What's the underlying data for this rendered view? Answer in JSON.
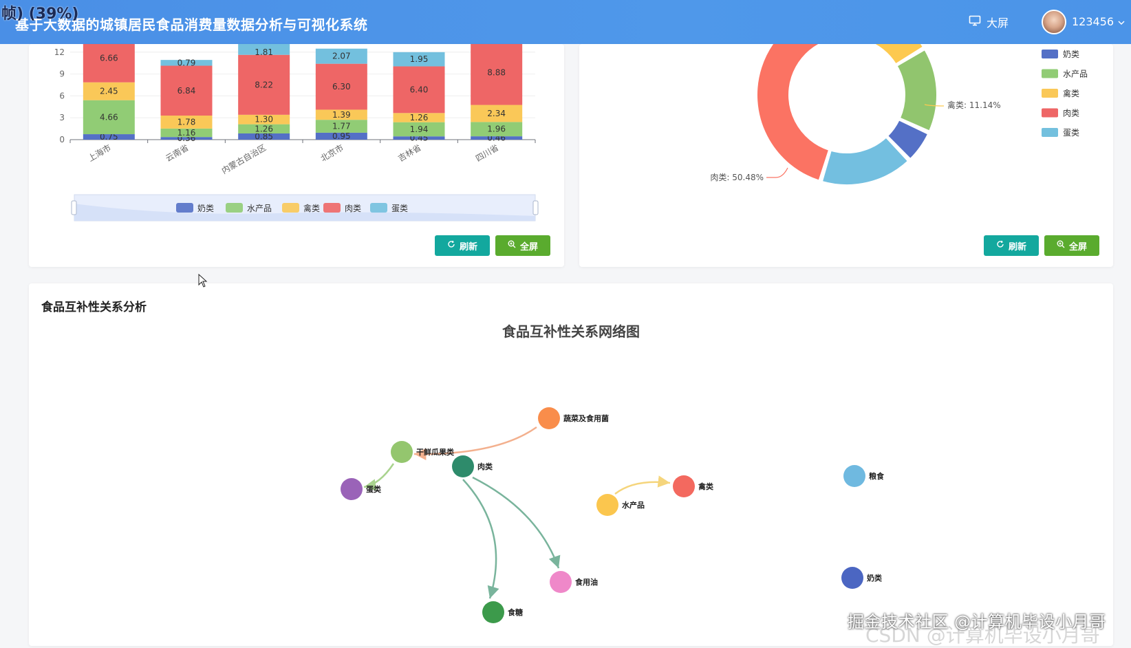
{
  "header": {
    "fps": "帧) (39%)",
    "title": "基于大数据的城镇居民食品消费量数据分析与可视化系统",
    "bigscreen_label": "大屏",
    "username": "123456"
  },
  "buttons": {
    "refresh": "刷新",
    "fullscreen": "全屏"
  },
  "chart_data": [
    {
      "type": "bar",
      "stacked": true,
      "categories": [
        "上海市",
        "云南省",
        "内蒙古自治区",
        "北京市",
        "吉林省",
        "四川省"
      ],
      "yticks": [
        "0",
        "3",
        "6",
        "9",
        "12"
      ],
      "ylim": [
        0,
        12
      ],
      "legend": "bottom",
      "series": [
        {
          "name": "奶类",
          "color": "#5470c6",
          "values": [
            0.75,
            0.36,
            0.85,
            0.95,
            0.45,
            0.46
          ]
        },
        {
          "name": "水产品",
          "color": "#91cc75",
          "values": [
            4.66,
            1.16,
            1.26,
            1.77,
            1.94,
            1.96
          ]
        },
        {
          "name": "禽类",
          "color": "#fac858",
          "values": [
            2.45,
            1.78,
            1.3,
            1.39,
            1.26,
            2.34
          ]
        },
        {
          "name": "肉类",
          "color": "#ee6666",
          "values": [
            6.66,
            6.84,
            8.22,
            6.3,
            6.4,
            8.88
          ]
        },
        {
          "name": "蛋类",
          "color": "#73c0de",
          "values": [
            null,
            0.79,
            1.81,
            2.07,
            1.95,
            null
          ]
        }
      ]
    },
    {
      "type": "pie",
      "donut": true,
      "legend": "right",
      "legend_items": [
        {
          "name": "奶类",
          "color": "#5470c6"
        },
        {
          "name": "水产品",
          "color": "#91cc75"
        },
        {
          "name": "禽类",
          "color": "#fac858"
        },
        {
          "name": "肉类",
          "color": "#ee6666"
        },
        {
          "name": "蛋类",
          "color": "#73c0de"
        }
      ],
      "visible_labels": [
        "禽类: 11.14%",
        "肉类: 50.48%"
      ],
      "slices": [
        {
          "name": "肉类",
          "percent": 50.48,
          "color": "#fb7363"
        },
        {
          "name": "禽类",
          "percent": 11.14,
          "color": "#fdc94f"
        },
        {
          "name": "水产品",
          "percent": 15.5,
          "color": "#91c56e"
        },
        {
          "name": "奶类",
          "percent": 6.0,
          "color": "#5470c6"
        },
        {
          "name": "蛋类",
          "percent": 16.88,
          "color": "#73bfe0"
        }
      ]
    },
    {
      "type": "network",
      "section_title": "食品互补性关系分析",
      "title": "食品互补性关系网络图",
      "nodes": [
        {
          "name": "蔬菜及食用菌",
          "color": "#f98d4b"
        },
        {
          "name": "干鲜瓜果类",
          "color": "#94c66e"
        },
        {
          "name": "肉类",
          "color": "#2e8b6b"
        },
        {
          "name": "蛋类",
          "color": "#9a63b8"
        },
        {
          "name": "禽类",
          "color": "#f3695f"
        },
        {
          "name": "水产品",
          "color": "#fbc64e"
        },
        {
          "name": "粮食",
          "color": "#6fb9e0"
        },
        {
          "name": "食用油",
          "color": "#ef88c9"
        },
        {
          "name": "食糖",
          "color": "#3c9a4b"
        },
        {
          "name": "奶类",
          "color": "#4b66c2"
        }
      ],
      "links": [
        {
          "source": "蔬菜及食用菌",
          "target": "干鲜瓜果类"
        },
        {
          "source": "干鲜瓜果类",
          "target": "蛋类"
        },
        {
          "source": "肉类",
          "target": "食用油"
        },
        {
          "source": "肉类",
          "target": "食糖"
        },
        {
          "source": "水产品",
          "target": "禽类"
        }
      ]
    }
  ],
  "watermark": "掘金技术社区 @计算机毕设小月哥",
  "watermark2": "CSDN @计算机毕设小月哥"
}
